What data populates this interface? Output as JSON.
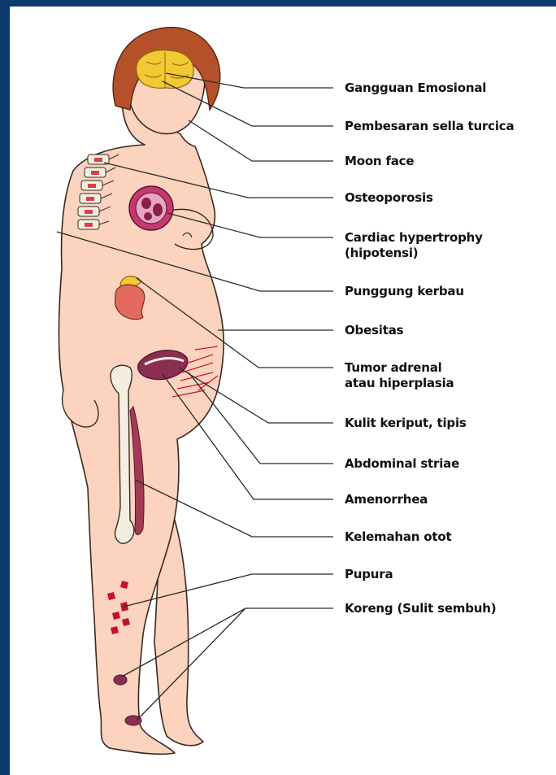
{
  "labels": [
    {
      "text": "Gangguan Emosional"
    },
    {
      "text": "Pembesaran sella turcica"
    },
    {
      "text": "Moon face"
    },
    {
      "text": "Osteoporosis"
    },
    {
      "text": "Cardiac hypertrophy",
      "text2": "(hipotensi)"
    },
    {
      "text": "Punggung kerbau"
    },
    {
      "text": "Obesitas"
    },
    {
      "text": "Tumor adrenal",
      "text2": "atau hiperplasia"
    },
    {
      "text": "Kulit keriput, tipis"
    },
    {
      "text": "Abdominal striae"
    },
    {
      "text": "Amenorrhea"
    },
    {
      "text": "Kelemahan otot"
    },
    {
      "text": "Pupura"
    },
    {
      "text": "Koreng (Sulit sembuh)"
    }
  ],
  "colors": {
    "border": "#0b3a6e",
    "background": "#ffffff",
    "skin": "#fbd3be",
    "outline": "#3a2a22",
    "hair": "#b5512a",
    "brain": "#f2c833",
    "heart": "#c23a6e",
    "bone": "#f3ede2",
    "muscle": "#a33a55",
    "purpura": "#c8102e",
    "ulcer": "#8a2f52",
    "leader_line": "#2a2a2a"
  }
}
